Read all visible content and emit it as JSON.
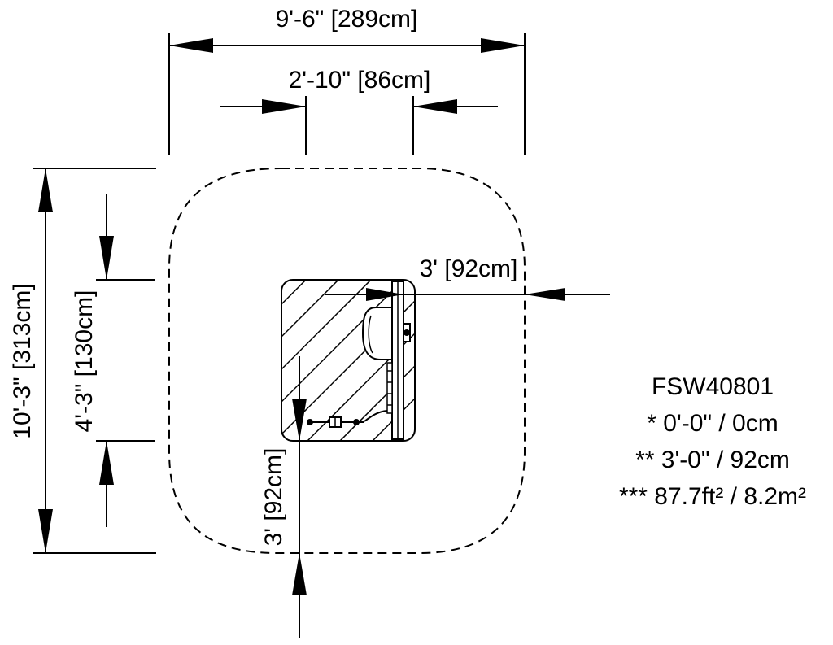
{
  "dimensions": {
    "overall_width": "9'-6\" [289cm]",
    "equipment_width": "2'-10\" [86cm]",
    "side_clearance": "3' [92cm]",
    "overall_depth": "10'-3\" [313cm]",
    "equipment_depth": "4'-3\" [130cm]",
    "front_clearance": "3' [92cm]"
  },
  "info": {
    "model": "FSW40801",
    "line1": "* 0'-0\" / 0cm",
    "line2": "** 3'-0\" / 92cm",
    "line3": "*** 87.7ft² / 8.2m²"
  }
}
